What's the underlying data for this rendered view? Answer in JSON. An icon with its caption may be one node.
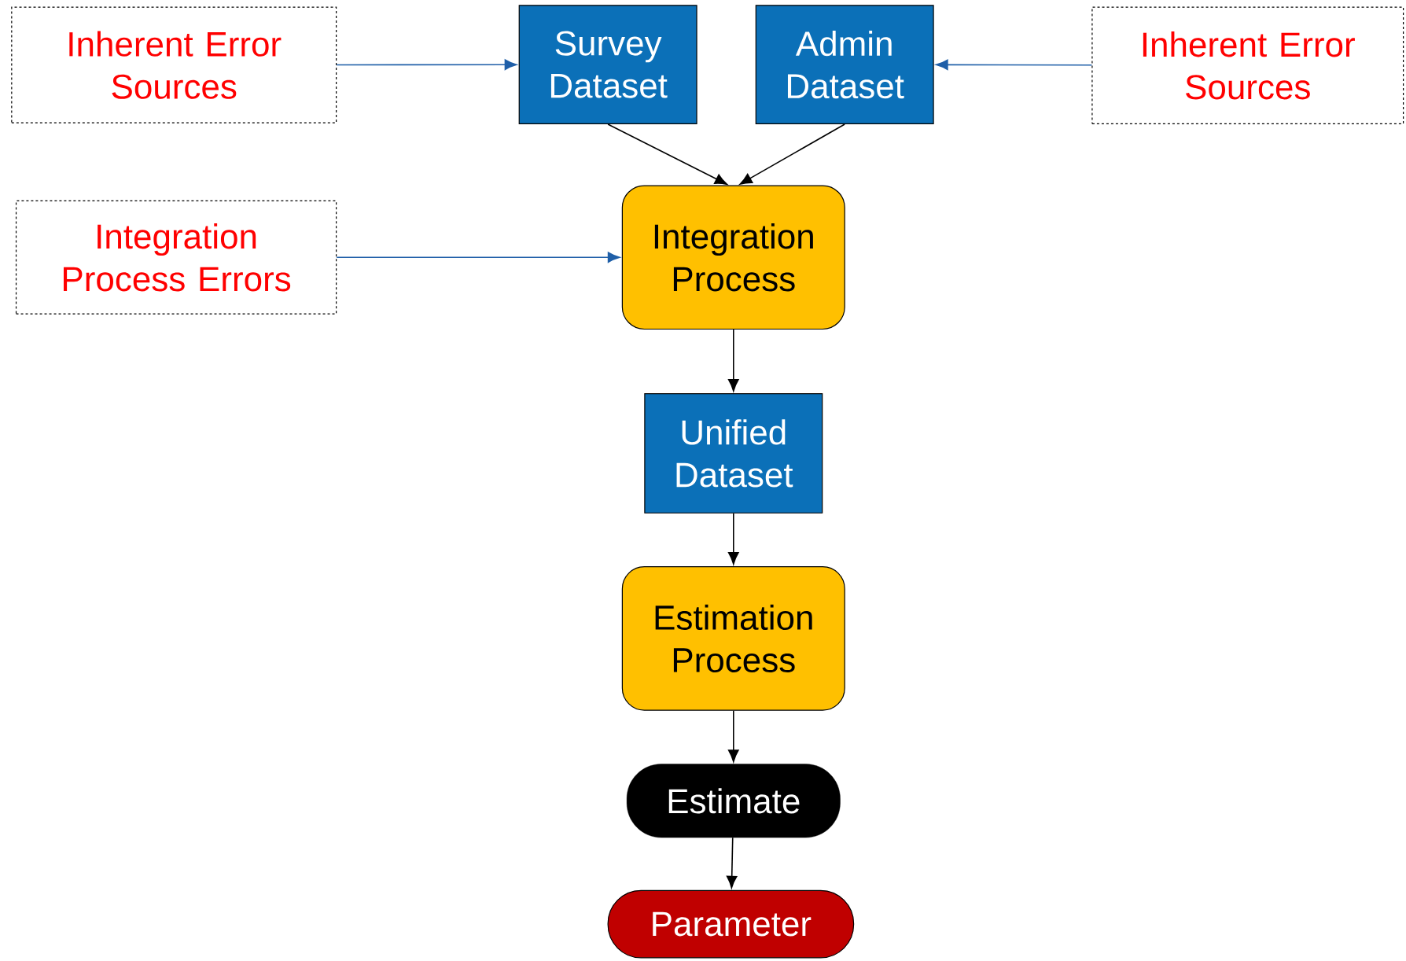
{
  "diagram": {
    "nodes": [
      {
        "text": [
          "Inherent Error Sources"
        ]
      },
      {
        "text": [
          "Survey Dataset"
        ]
      },
      {
        "text": [
          "Admin Dataset"
        ]
      },
      {
        "text": [
          "Inherent Error Sources"
        ]
      },
      {
        "text": [
          "Integration Process Errors"
        ]
      },
      {
        "text": [
          "Integration Process"
        ]
      },
      {
        "text": [
          "Unified Dataset"
        ]
      },
      {
        "text": [
          "Estimation Process"
        ]
      },
      {
        "text": [
          "Estimate"
        ]
      },
      {
        "text": [
          "Parameter"
        ]
      }
    ],
    "edges": [
      {
        "from": 0,
        "to": 1,
        "arrow": "to",
        "color": "#1f5fa8"
      },
      {
        "from": 3,
        "to": 2,
        "arrow": "to",
        "color": "#1f5fa8"
      },
      {
        "from": 1,
        "to": 5,
        "arrow": "to"
      },
      {
        "from": 2,
        "to": 5,
        "arrow": "to"
      },
      {
        "from": 4,
        "to": 5,
        "arrow": "to",
        "color": "#1f5fa8"
      },
      {
        "from": 5,
        "to": 6,
        "arrow": "to"
      },
      {
        "from": 6,
        "to": 7,
        "arrow": "to"
      },
      {
        "from": 7,
        "to": 8,
        "arrow": "to"
      },
      {
        "from": 8,
        "to": 9,
        "arrow": "to"
      }
    ]
  }
}
